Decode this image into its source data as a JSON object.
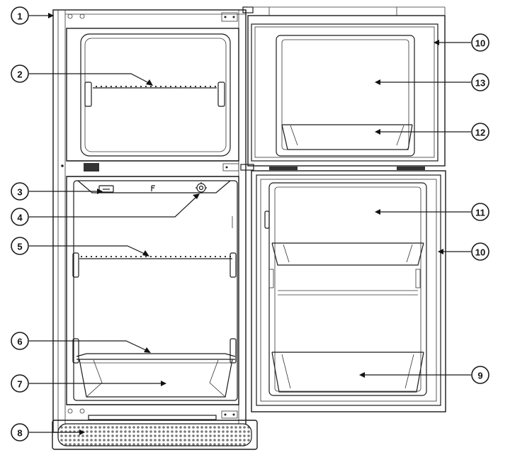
{
  "colors": {
    "line": "#1a1a1a",
    "paper": "#ffffff",
    "grille": "#8a8a8a"
  },
  "callouts": [
    {
      "label": "1"
    },
    {
      "label": "2"
    },
    {
      "label": "3"
    },
    {
      "label": "4"
    },
    {
      "label": "5"
    },
    {
      "label": "6"
    },
    {
      "label": "7"
    },
    {
      "label": "8"
    },
    {
      "label": "10"
    },
    {
      "label": "13"
    },
    {
      "label": "12"
    },
    {
      "label": "11"
    },
    {
      "label": "10"
    },
    {
      "label": "9"
    }
  ]
}
